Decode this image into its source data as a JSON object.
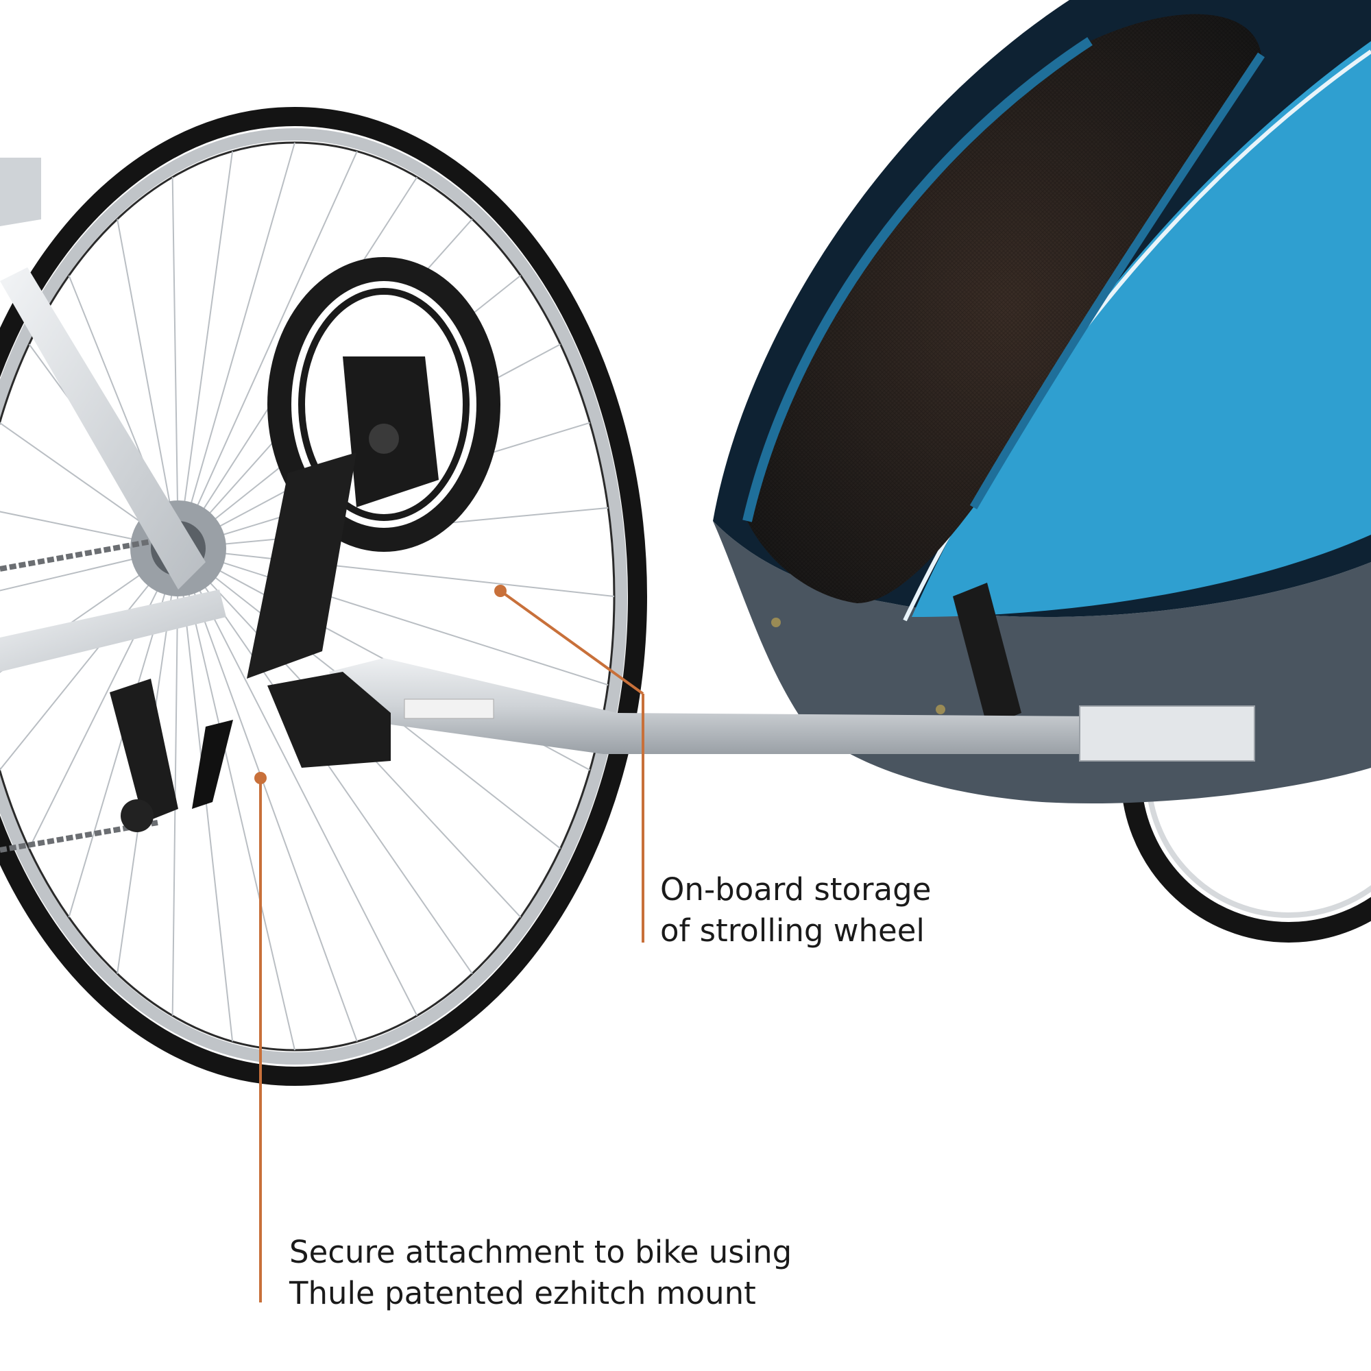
{
  "colors": {
    "accent_line": "#c8703a",
    "trailer_blue": "#2f9fd0",
    "trailer_navy": "#0e2233",
    "trailer_gray": "#4a5560",
    "tire_black": "#141414",
    "rim_silver": "#d6d9dc",
    "frame_silver": "#cfd3d7"
  },
  "callouts": {
    "storage": {
      "line1": "On-board storage",
      "line2": "of strolling wheel"
    },
    "hitch": {
      "line1": "Secure attachment to bike using",
      "line2": "Thule patented ezhitch mount"
    }
  }
}
